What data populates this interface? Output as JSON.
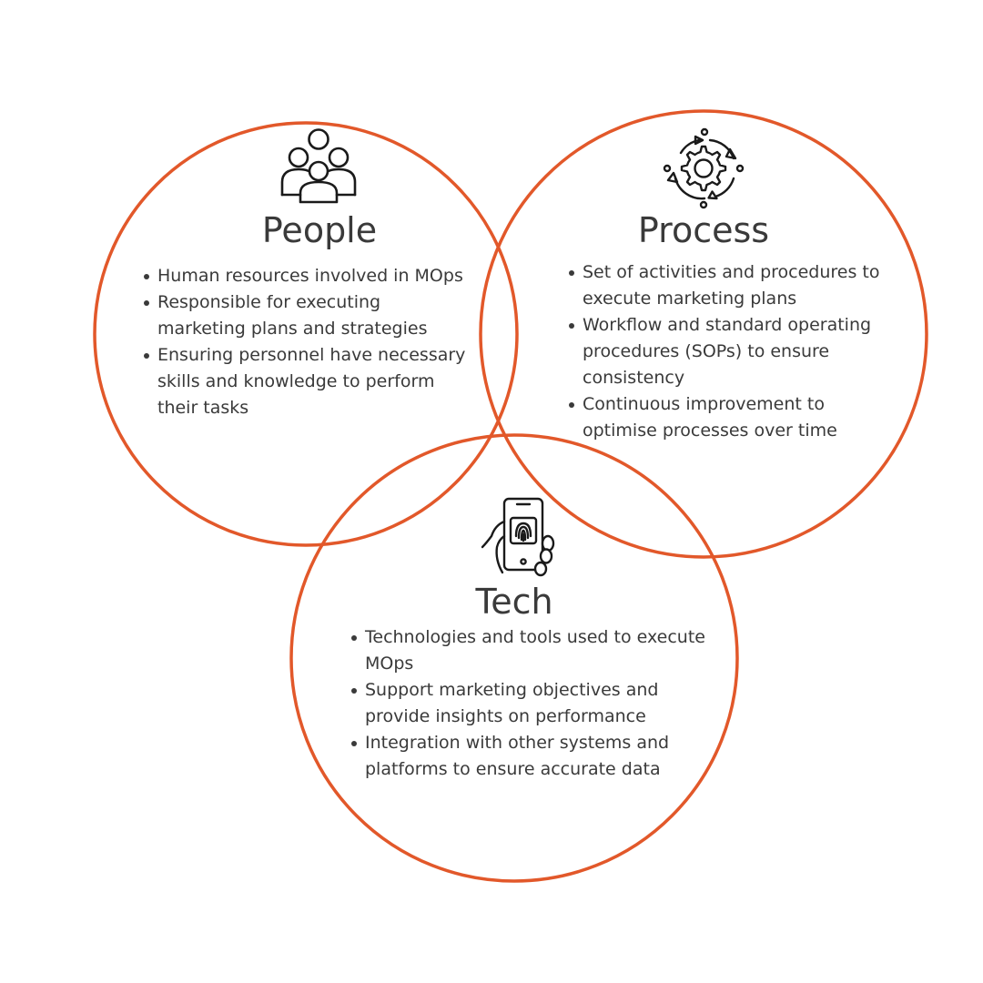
{
  "colors": {
    "circle_stroke": "#e2582a",
    "text": "#3a3a3a",
    "icon_stroke": "#1a1a1a"
  },
  "sets": [
    {
      "id": "people",
      "title": "People",
      "icon": "people-group-icon",
      "bullets": [
        "Human resources involved in MOps",
        "Responsible for executing marketing plans and strategies",
        "Ensuring personnel have necessary skills and knowledge to perform their tasks"
      ]
    },
    {
      "id": "process",
      "title": "Process",
      "icon": "gear-cycle-icon",
      "bullets": [
        "Set of activities and procedures to execute marketing plans",
        "Workflow and standard operating procedures (SOPs) to ensure consistency",
        "Continuous improvement  to optimise  processes over time"
      ]
    },
    {
      "id": "tech",
      "title": "Tech",
      "icon": "phone-fingerprint-icon",
      "bullets": [
        "Technologies and tools used to execute MOps",
        "Support marketing objectives and provide insights on performance",
        "Integration with other systems and platforms to ensure accurate data"
      ]
    }
  ]
}
